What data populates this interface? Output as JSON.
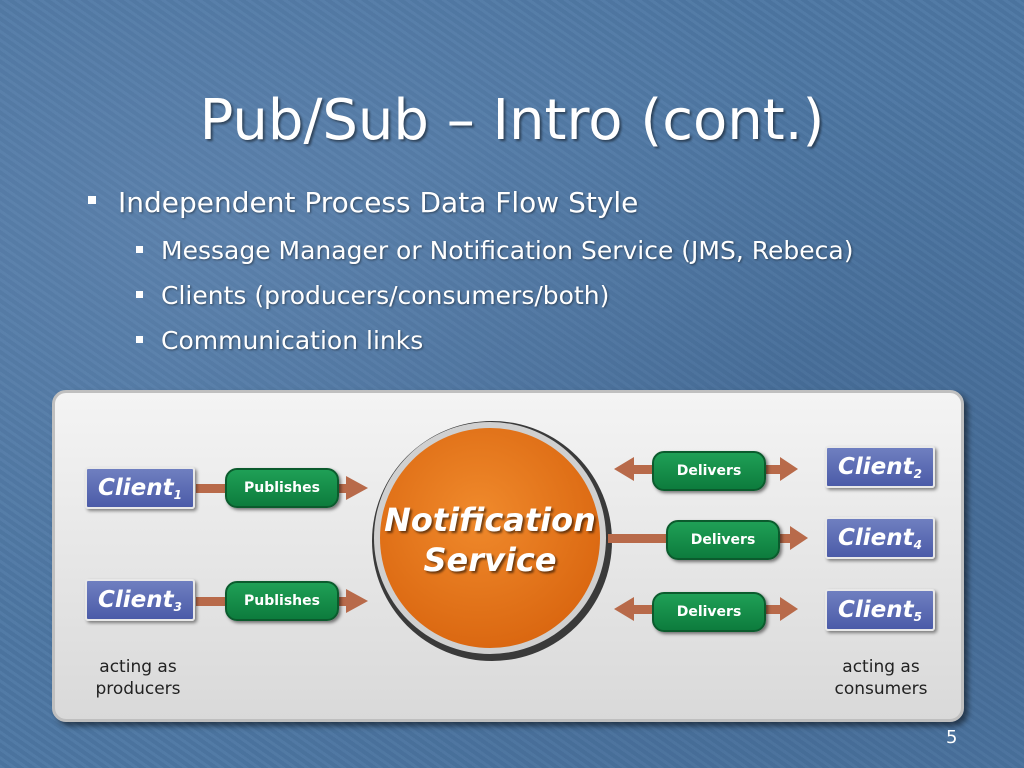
{
  "slide": {
    "title": "Pub/Sub – Intro (cont.)",
    "bullet": "Independent Process Data Flow Style",
    "sub_bullets": [
      "Message Manager or Notification Service (JMS, Rebeca)",
      "Clients (producers/consumers/both)",
      "Communication links"
    ],
    "slide_number": "5"
  },
  "diagram": {
    "center_line1": "Notification",
    "center_line2": "Service",
    "producers": [
      {
        "name": "Client",
        "sub": "1",
        "action": "Publishes"
      },
      {
        "name": "Client",
        "sub": "3",
        "action": "Publishes"
      }
    ],
    "consumers": [
      {
        "name": "Client",
        "sub": "2",
        "action": "Delivers"
      },
      {
        "name": "Client",
        "sub": "4",
        "action": "Delivers"
      },
      {
        "name": "Client",
        "sub": "5",
        "action": "Delivers"
      }
    ],
    "producer_note": [
      "acting as",
      "producers"
    ],
    "consumer_note": [
      "acting as",
      "consumers"
    ],
    "colors": {
      "service": "#e8761c",
      "client": "#5566b3",
      "action": "#159448",
      "arrow": "#b86a4a"
    }
  }
}
